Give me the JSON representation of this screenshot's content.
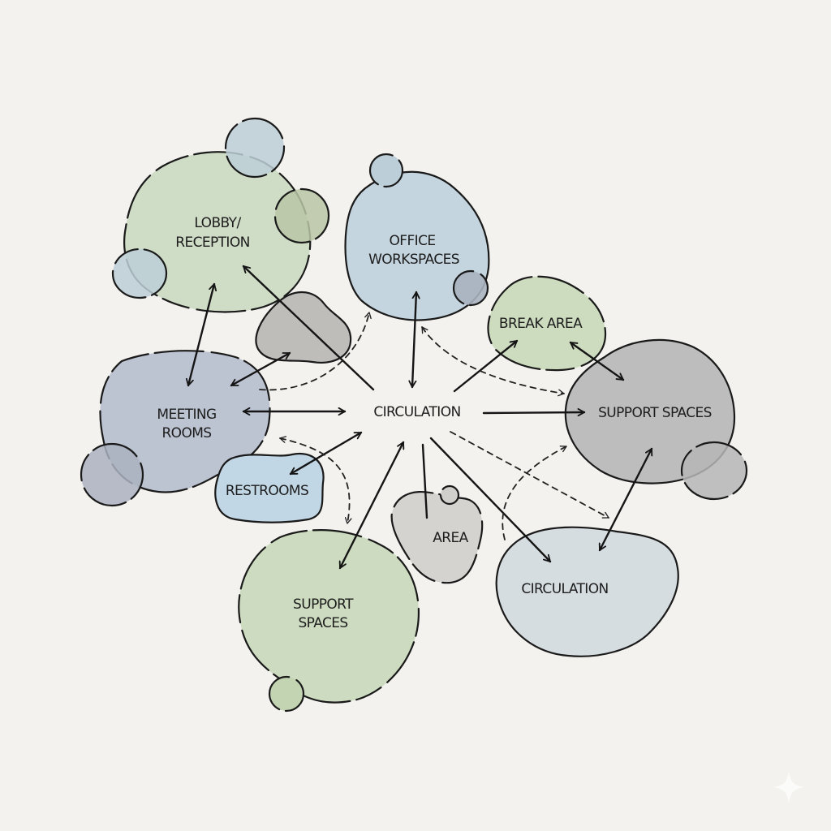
{
  "diagram": {
    "type": "bubble adjacency diagram",
    "center": {
      "label": "CIRCULATION"
    },
    "zones": [
      {
        "id": "lobby",
        "label_line1": "LOBBY/",
        "label_line2": "RECEPTION",
        "fill": "#cfdcc6"
      },
      {
        "id": "office",
        "label_line1": "OFFICE",
        "label_line2": "WORKSPACES",
        "fill": "#c4d5df"
      },
      {
        "id": "break",
        "label": "BREAK AREA",
        "fill": "#cddcbf"
      },
      {
        "id": "support_right",
        "label": "SUPPORT SPACES",
        "fill": "#bdbdbd"
      },
      {
        "id": "meeting",
        "label_line1": "MEETING",
        "label_line2": "ROOMS",
        "fill": "#bcc3d1"
      },
      {
        "id": "restrooms",
        "label": "RESTROOMS",
        "fill": "#c2d7e6"
      },
      {
        "id": "area",
        "label": "AREA",
        "fill": "#d4d3cf"
      },
      {
        "id": "support_bottom",
        "label_line1": "SUPPORT",
        "label_line2": "SPACES",
        "fill": "#cddcc0"
      },
      {
        "id": "circulation_br",
        "label": "CIRCULATION",
        "fill": "#d6dde1"
      },
      {
        "id": "unlabeled_gray",
        "label": "",
        "fill": "#bebdba"
      }
    ],
    "connections": {
      "solid": [
        "lobby-meeting (two-way)",
        "circulation-lobby",
        "meeting-unlabeled_gray (two-way)",
        "circulation-office (two-way)",
        "circulation-break",
        "break-support_right (two-way)",
        "meeting-circulation (two-way)",
        "circulation-support_right",
        "restrooms-circulation (two-way)",
        "circulation-support_bottom (two-way)",
        "circulation-area",
        "circulation-circulation_br",
        "support_right-circulation_br (two-way)"
      ],
      "dashed": [
        "meeting-office",
        "office-support_right (two-way)",
        "meeting-support_bottom (two-way)",
        "circulation-circulation_br",
        "circulation_br-support_right"
      ]
    },
    "colors": {
      "background": "#f3f2ee",
      "stroke": "#1a1a1a"
    }
  },
  "watermark": {
    "icon": "sparkle-icon"
  }
}
